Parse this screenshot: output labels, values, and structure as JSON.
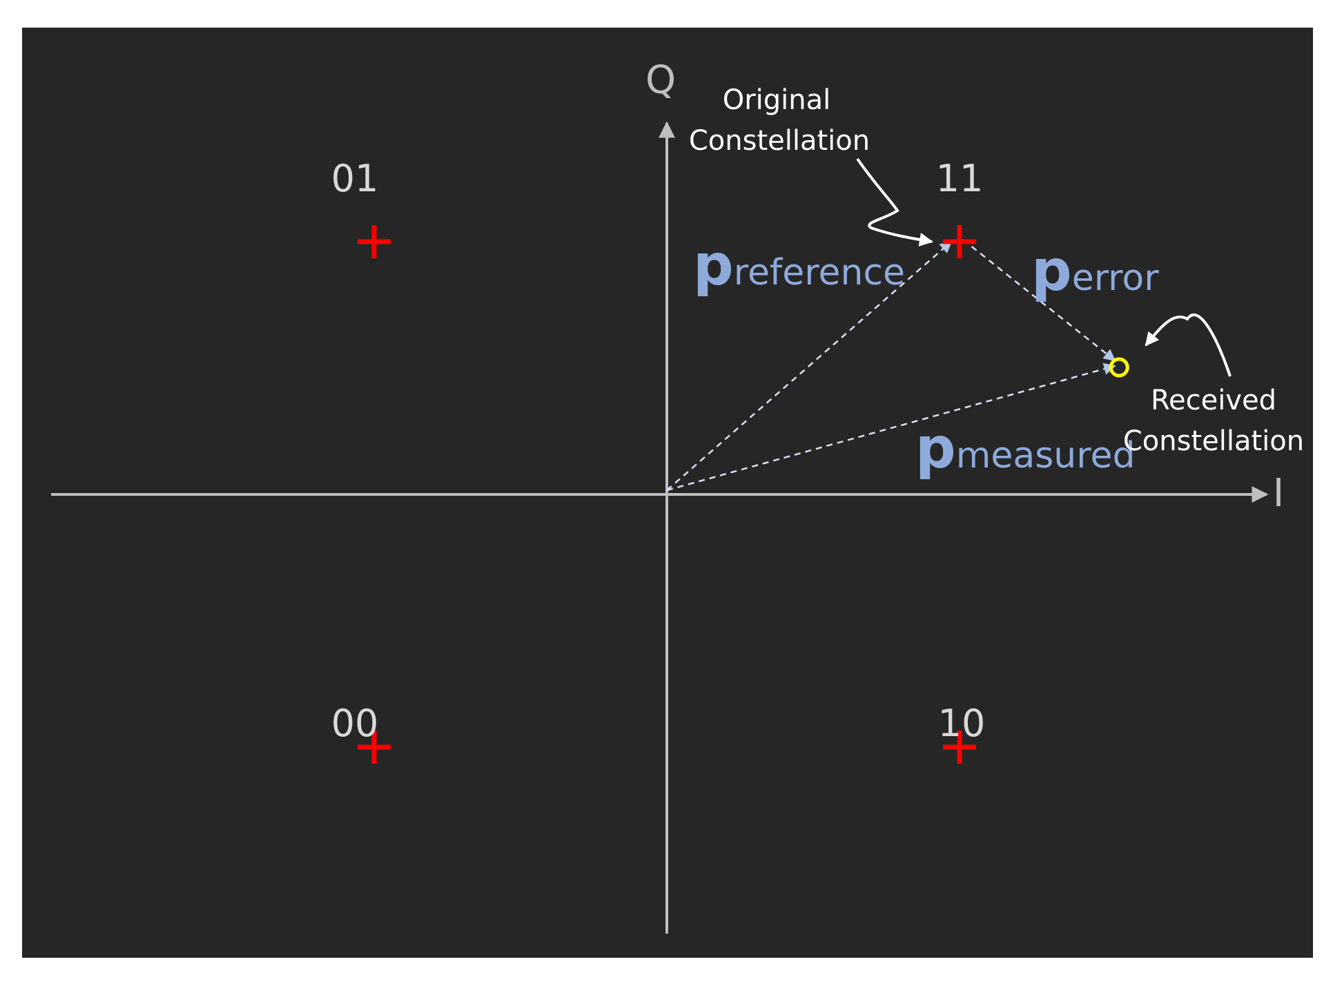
{
  "colors": {
    "background": "#262626",
    "page": "#ffffff",
    "axis": "#bfbfbf",
    "symbol_marker": "#ff0000",
    "symbol_label": "#d9d9d9",
    "vector": "#8eaadb",
    "dashed_vector": "#d9e1f2",
    "received_marker": "#ffff00",
    "annotation": "#ffffff"
  },
  "axes": {
    "i_label": "I",
    "q_label": "Q"
  },
  "symbols": [
    {
      "label": "01",
      "i": -1,
      "q": 1
    },
    {
      "label": "11",
      "i": 1,
      "q": 1
    },
    {
      "label": "00",
      "i": -1,
      "q": -1
    },
    {
      "label": "10",
      "i": 1,
      "q": -1
    }
  ],
  "received_point": {
    "i": 1.55,
    "q": 0.5
  },
  "vectors": {
    "reference": {
      "main": "p",
      "sub": "reference"
    },
    "error": {
      "main": "p",
      "sub": "error"
    },
    "measured": {
      "main": "p",
      "sub": "measured"
    }
  },
  "annotations": {
    "original": {
      "line1": "Original",
      "line2": "Constellation"
    },
    "received": {
      "line1": "Received",
      "line2": "Constellation"
    }
  },
  "icons": {
    "symbol_marker": "plus-icon",
    "received_marker": "circle-icon"
  }
}
